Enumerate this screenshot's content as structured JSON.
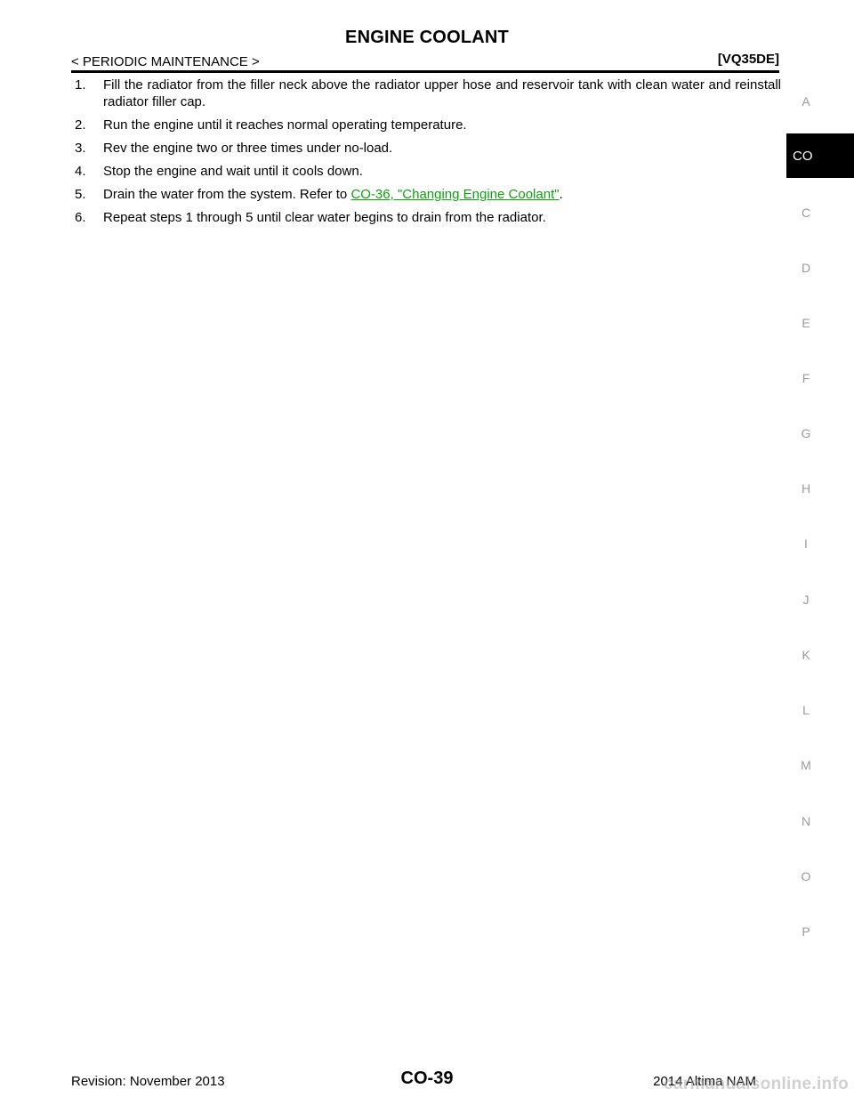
{
  "header": {
    "title": "ENGINE COOLANT",
    "section": "< PERIODIC MAINTENANCE >",
    "model": "[VQ35DE]"
  },
  "steps": [
    {
      "num": "1.",
      "text": "Fill the radiator from the filler neck above the radiator upper hose and reservoir tank with clean water and reinstall radiator filler cap."
    },
    {
      "num": "2.",
      "text": "Run the engine until it reaches normal operating temperature."
    },
    {
      "num": "3.",
      "text": "Rev the engine two or three times under no-load."
    },
    {
      "num": "4.",
      "text": "Stop the engine and wait until it cools down."
    },
    {
      "num": "5.",
      "text_before": "Drain the water from the system. Refer to ",
      "link": "CO-36, \"Changing Engine Coolant\"",
      "text_after": "."
    },
    {
      "num": "6.",
      "text": "Repeat steps 1 through 5 until clear water begins to drain from the radiator."
    }
  ],
  "side_index": {
    "letters": [
      "A",
      "CO",
      "C",
      "D",
      "E",
      "F",
      "G",
      "H",
      "I",
      "J",
      "K",
      "L",
      "M",
      "N",
      "O",
      "P"
    ],
    "active": "CO"
  },
  "footer": {
    "revision": "Revision: November 2013",
    "page": "CO-39",
    "model": "2014 Altima NAM"
  },
  "watermark": "carmanualsonline.info",
  "colors": {
    "link": "#0ea20e",
    "active_tab": "#000000"
  }
}
